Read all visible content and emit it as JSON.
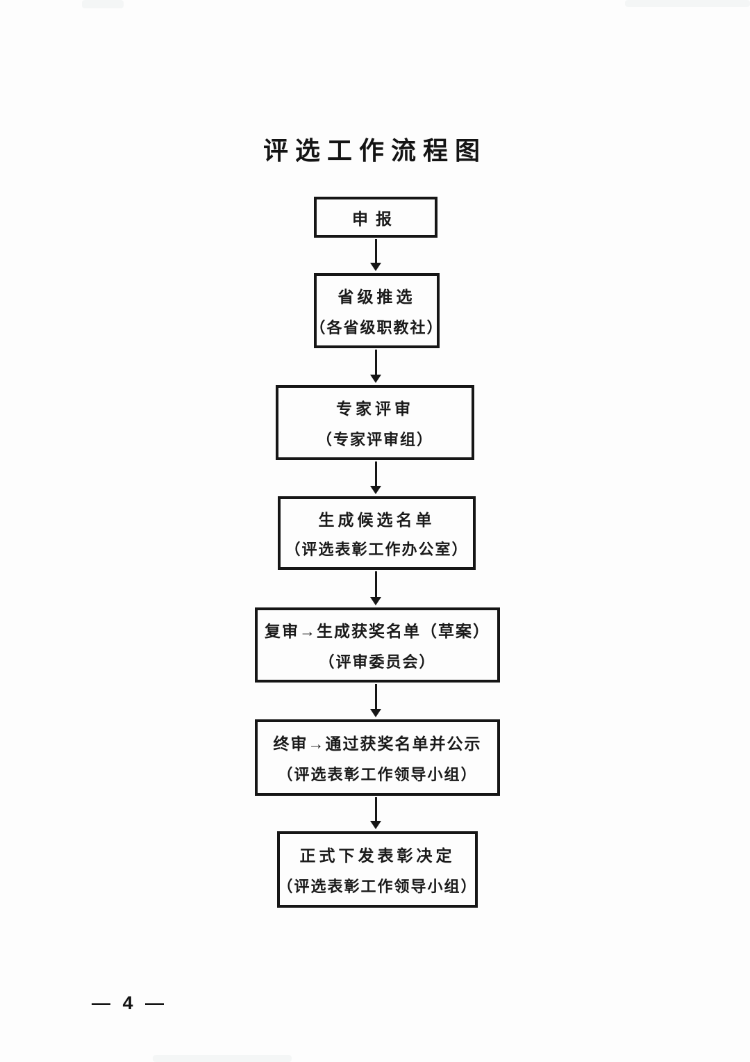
{
  "page": {
    "title": "评选工作流程图",
    "page_number": "— 4 —"
  },
  "steps": [
    {
      "line1": "申报"
    },
    {
      "line1": "省级推选",
      "line2": "（各省级职教社）"
    },
    {
      "line1": "专家评审",
      "line2": "（专家评审组）"
    },
    {
      "line1": "生成候选名单",
      "line2": "（评选表彰工作办公室）"
    },
    {
      "line1": "复审→生成获奖名单（草案）",
      "line2": "（评审委员会）"
    },
    {
      "line1": "终审→通过获奖名单并公示",
      "line2": "（评选表彰工作领导小组）"
    },
    {
      "line1": "正式下发表彰决定",
      "line2": "（评选表彰工作领导小组）"
    }
  ],
  "colors": {
    "ink": "#161616",
    "paper": "#fdfdfd"
  }
}
